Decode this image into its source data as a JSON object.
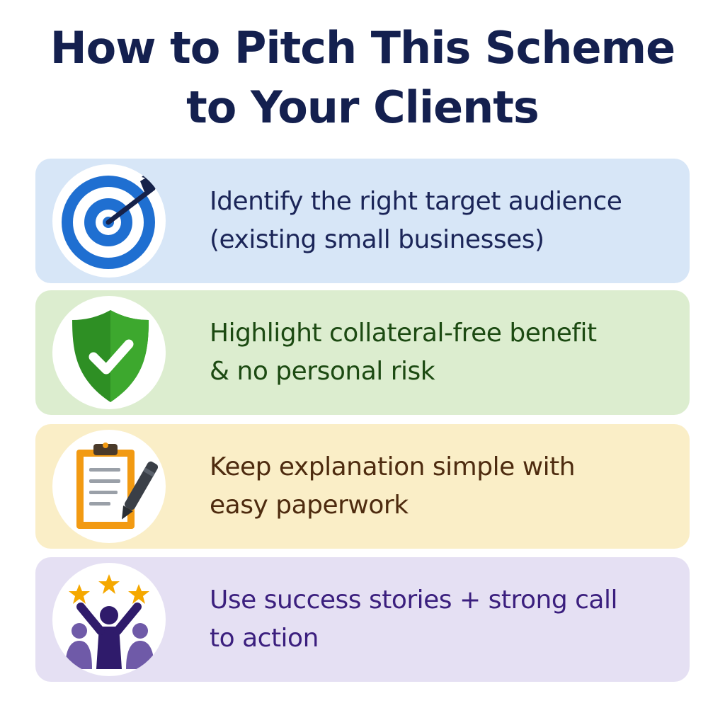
{
  "title": {
    "line1": "How to Pitch This Scheme",
    "line2": "to Your Clients"
  },
  "cards": [
    {
      "icon": "target-icon",
      "line1": "Identify the right target audience",
      "line2": "(existing small businesses)",
      "bg": "#d7e6f7",
      "text_color": "#1b2558"
    },
    {
      "icon": "shield-check-icon",
      "line1": "Highlight collateral-free benefit",
      "line2": "& no personal risk",
      "bg": "#dcedcf",
      "text_color": "#1c4a12"
    },
    {
      "icon": "clipboard-pen-icon",
      "line1": "Keep explanation simple with",
      "line2": "easy paperwork",
      "bg": "#faeec7",
      "text_color": "#4e2b0f"
    },
    {
      "icon": "success-people-icon",
      "line1": "Use success stories + strong call",
      "line2": "to action",
      "bg": "#e5e0f3",
      "text_color": "#3b1f7e"
    }
  ]
}
